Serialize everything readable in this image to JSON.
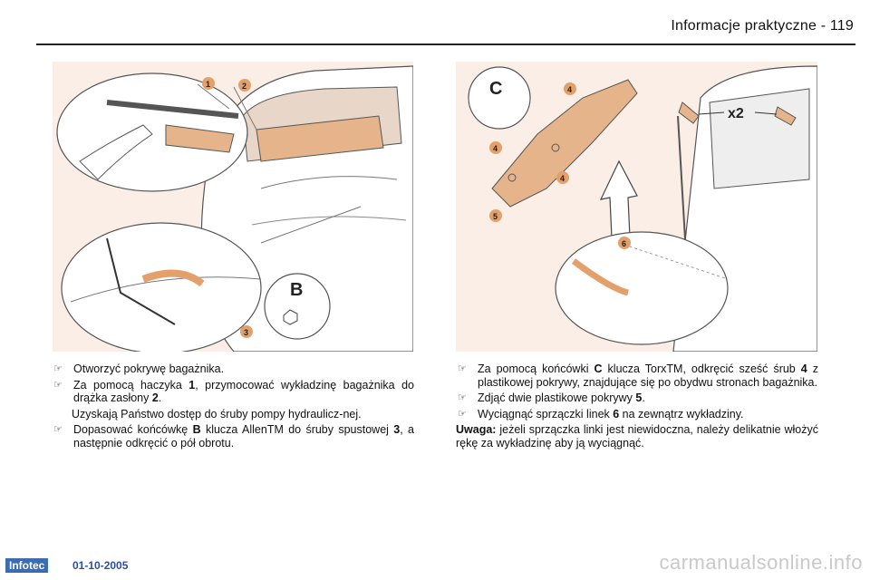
{
  "header": {
    "title": "Informacje praktyczne - 119"
  },
  "figures": {
    "left": {
      "labels": [
        "1",
        "2",
        "3",
        "B"
      ]
    },
    "right": {
      "labels": [
        "C",
        "4",
        "x2",
        "4",
        "4",
        "5",
        "6"
      ]
    }
  },
  "left_column": {
    "b1": "Otworzyć pokrywę bagażnika.",
    "b2_a": "Za pomocą haczyka ",
    "b2_ref1": "1",
    "b2_b": ", przymocować wykładzinę bagażnika do drążka zasłony ",
    "b2_ref2": "2",
    "b2_c": ".",
    "p1": "Uzyskają Państwo dostęp do śruby pompy hydraulicz-nej.",
    "b3_a": "Dopasować końcówkę ",
    "b3_ref1": "B",
    "b3_b": " klucza AllenTM do śruby spustowej ",
    "b3_ref2": "3",
    "b3_c": ", a następnie odkręcić o pół obrotu."
  },
  "right_column": {
    "b1_a": "Za pomocą końcówki ",
    "b1_ref1": "C",
    "b1_b": " klucza TorxTM, odkręcić sześć śrub ",
    "b1_ref2": "4",
    "b1_c": " z plastikowej pokrywy, znajdujące się po obydwu stronach bagażnika.",
    "b2_a": "Zdjąć dwie plastikowe pokrywy ",
    "b2_ref": "5",
    "b2_b": ".",
    "b3_a": "Wyciągnąć sprzączki linek ",
    "b3_ref": "6",
    "b3_b": " na zewnątrz wykładziny.",
    "note_label": "Uwaga:",
    "note_text": " jeżeli sprzączka linki jest niewidoczna, należy delikatnie włożyć rękę za wykładzinę aby ją wyciągnąć."
  },
  "bullet_marker": "☞",
  "footer": {
    "brand": "Infotec",
    "date": "01-10-2005",
    "watermark": "carmanualsonline.info"
  },
  "colors": {
    "figure_bg": "#fbeee6",
    "callout": "#e3a06a",
    "part": "#f0c9a0",
    "brand_blue": "#3b6bb0"
  }
}
